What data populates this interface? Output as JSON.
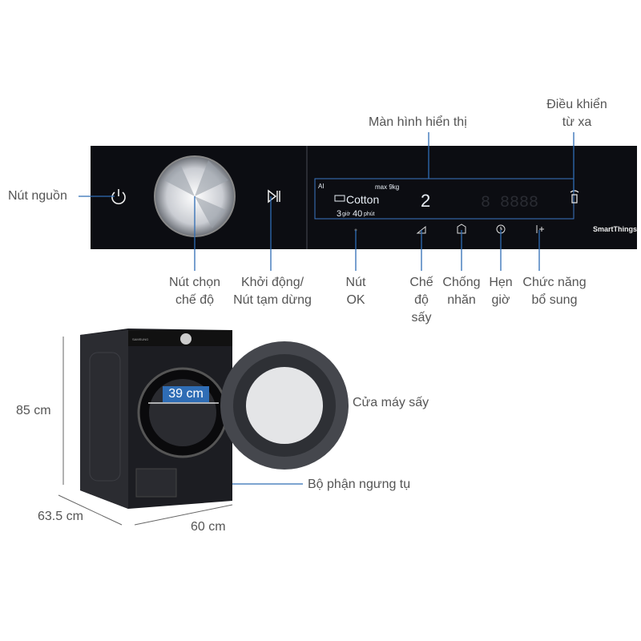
{
  "labels": {
    "power": "Nút nguồn",
    "dial_1": "Nút chọn",
    "dial_2": "chế độ",
    "start_1": "Khởi động/",
    "start_2": "Nút tạm dừng",
    "display": "Màn hình hiển thị",
    "remote_1": "Điều khiển",
    "remote_2": "từ xa",
    "ok_1": "Nút",
    "ok_2": "OK",
    "mode_1": "Chế",
    "mode_2": "độ",
    "mode_3": "sấy",
    "wrinkle_1": "Chống",
    "wrinkle_2": "nhăn",
    "timer_1": "Hẹn",
    "timer_2": "giờ",
    "extra_1": "Chức năng",
    "extra_2": "bổ sung",
    "door": "Cửa máy sấy",
    "condenser": "Bộ phận ngưng tụ",
    "height": "85 cm",
    "depth": "63.5 cm",
    "width": "60 cm",
    "door_diameter": "39 cm"
  },
  "panel": {
    "ai_badge": "AI",
    "max_load": "max 9kg",
    "program": "Cotton",
    "time_h": "3",
    "time_h_unit": "giờ",
    "time_m": "40",
    "time_m_unit": "phút",
    "digit": "2",
    "brand": "SmartThings",
    "washer_brand": "SAMSUNG"
  },
  "colors": {
    "line": "#2f6db5",
    "panel": "#0c0d12",
    "label": "#555555"
  }
}
